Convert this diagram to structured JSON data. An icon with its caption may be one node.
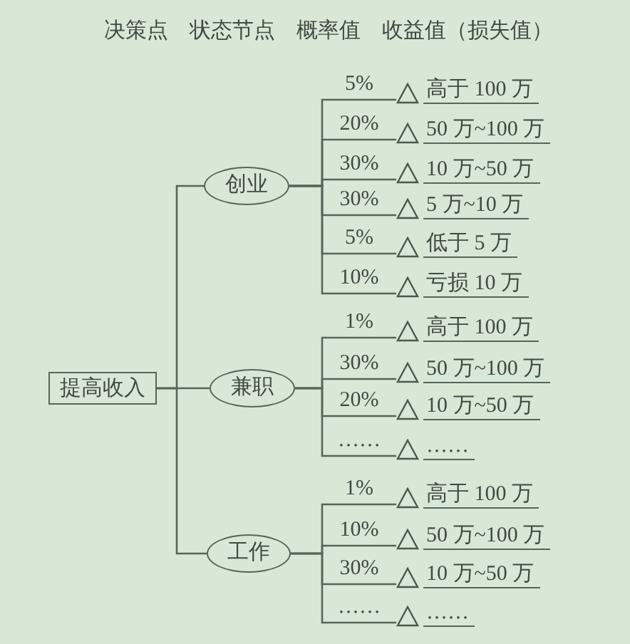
{
  "diagram": {
    "nodes": [
      {
        "text": [
          "提高收入"
        ]
      },
      {
        "text": [
          "创业"
        ]
      },
      {
        "text": [
          "高于 100 万"
        ]
      },
      {
        "text": [
          "50 万~100 万"
        ]
      },
      {
        "text": [
          "10 万~50 万"
        ]
      },
      {
        "text": [
          "5 万~10 万"
        ]
      },
      {
        "text": [
          "低于 5 万"
        ]
      },
      {
        "text": [
          "亏损 10 万"
        ]
      },
      {
        "text": [
          "兼职"
        ]
      },
      {
        "text": [
          "高于 100 万"
        ]
      },
      {
        "text": [
          "50 万~100 万"
        ]
      },
      {
        "text": [
          "10 万~50 万"
        ]
      },
      {
        "text": [
          "……"
        ]
      },
      {
        "text": [
          "工作"
        ]
      },
      {
        "text": [
          "高于 100 万"
        ]
      },
      {
        "text": [
          "50 万~100 万"
        ]
      },
      {
        "text": [
          "10 万~50 万"
        ]
      },
      {
        "text": [
          "……"
        ]
      }
    ],
    "edges": [
      {
        "from": 0,
        "to": 1,
        "arrow": "none"
      },
      {
        "from": 0,
        "to": 8,
        "arrow": "none"
      },
      {
        "from": 0,
        "to": 13,
        "arrow": "none"
      },
      {
        "from": 1,
        "to": 2,
        "arrow": "none",
        "label": "5%"
      },
      {
        "from": 1,
        "to": 3,
        "arrow": "none",
        "label": "20%"
      },
      {
        "from": 1,
        "to": 4,
        "arrow": "none",
        "label": "30%"
      },
      {
        "from": 1,
        "to": 5,
        "arrow": "none",
        "label": "30%"
      },
      {
        "from": 1,
        "to": 6,
        "arrow": "none",
        "label": "5%"
      },
      {
        "from": 1,
        "to": 7,
        "arrow": "none",
        "label": "10%"
      },
      {
        "from": 8,
        "to": 9,
        "arrow": "none",
        "label": "1%"
      },
      {
        "from": 8,
        "to": 10,
        "arrow": "none",
        "label": "30%"
      },
      {
        "from": 8,
        "to": 11,
        "arrow": "none",
        "label": "20%"
      },
      {
        "from": 8,
        "to": 12,
        "arrow": "none",
        "label": "……"
      },
      {
        "from": 13,
        "to": 14,
        "arrow": "none",
        "label": "1%"
      },
      {
        "from": 13,
        "to": 15,
        "arrow": "none",
        "label": "10%"
      },
      {
        "from": 13,
        "to": 16,
        "arrow": "none",
        "label": "30%"
      },
      {
        "from": 13,
        "to": 17,
        "arrow": "none",
        "label": "……"
      }
    ],
    "labels": [
      "决策点",
      "状态节点",
      "概率值",
      "收益值（损失值）"
    ]
  }
}
